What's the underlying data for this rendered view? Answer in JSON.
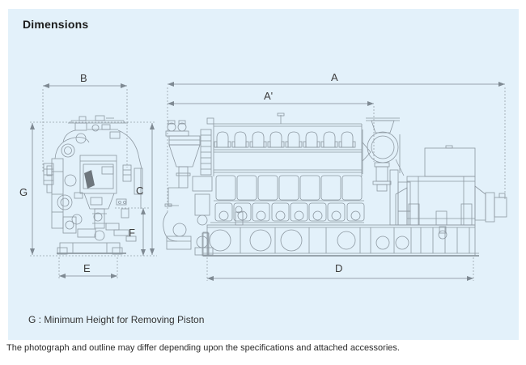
{
  "panel": {
    "title": "Dimensions"
  },
  "dimensions": {
    "a": "A",
    "a_prime": "A'",
    "b": "B",
    "c": "C",
    "d": "D",
    "e": "E",
    "f": "F",
    "g": "G"
  },
  "note": "G : Minimum Height for Removing Piston",
  "caption": "The photograph and outline may differ depending upon the specifications and attached accessories.",
  "colors": {
    "panel_bg": "#e3f1fa",
    "drawing_line": "#8d98a1",
    "dimension_line": "#7f8a93",
    "label_text": "#3c3c3c",
    "title_text": "#1b1b1b",
    "dark_fill": "#6e767d"
  }
}
